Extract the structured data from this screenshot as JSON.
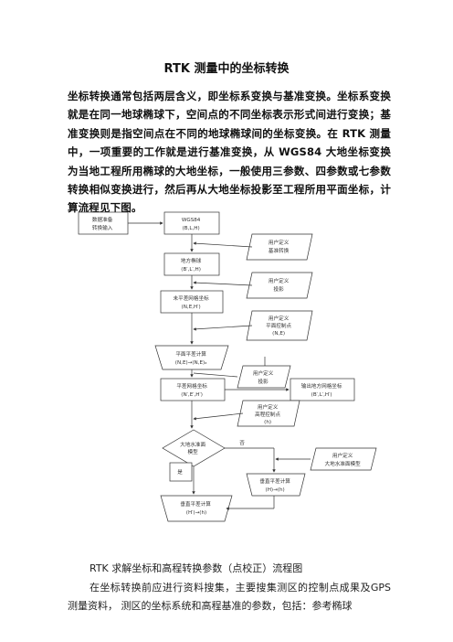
{
  "document": {
    "title": "RTK 测量中的坐标转换",
    "intro": "坐标转换通常包括两层含义，即坐标系变换与基准变换。坐标系变换就是在同一地球椭球下，空间点的不同坐标表示形式间进行变换；基准变换则是指空间点在不同的地球椭球间的坐标变换。在 RTK 测量中，一项重要的工作就是进行基准变换，从 WGS84 大地坐标变换为当地工程所用椭球的大地坐标，一般使用三参数、四参数或七参数转换相似变换进行，然后再从大地坐标投影至工程所用平面坐标，计算流程见下图。",
    "caption": "RTK 求解坐标和高程转换参数（点校正）流程图",
    "body2": "在坐标转换前应进行资料搜集，主要搜集测区的控制点成果及GPS 测量资料， 测区的坐标系统和高程基准的参数，包括：参考椭球"
  },
  "flowchart": {
    "input": [
      "数据准备",
      "转换输入"
    ],
    "wgs84": [
      "WGS84",
      "(B,L,H)"
    ],
    "user_datum": [
      "用户定义",
      "基准转换"
    ],
    "local_geo": [
      "地方椭球",
      "(B′,L′,H)"
    ],
    "user_proj": [
      "用户定义",
      "投影"
    ],
    "unrect": [
      "未平差网格坐标",
      "(N,E,H′)"
    ],
    "user_plane": [
      "用户定义",
      "平面控制点",
      "(N,E)"
    ],
    "plane_calc": [
      "平面平差计算",
      "(N,E)→(N,E)ₐ"
    ],
    "user_proj2": [
      "用户定义",
      "投影"
    ],
    "grid_coord": [
      "平差网格坐标",
      "(N′,E′,H′)"
    ],
    "out_local": [
      "输出地方网格坐标",
      "(B′,L′,H′)"
    ],
    "user_height": [
      "用户定义",
      "高程控制点",
      "(h)"
    ],
    "decision": [
      "大地水准面",
      "模型"
    ],
    "yes_label": "是",
    "no_label": "否",
    "user_geoid": [
      "用户定义",
      "大地水准面模型"
    ],
    "height_calc": [
      "垂直平差计算",
      "(H)→(h)"
    ],
    "final": [
      "垂直平差计算",
      "(H′)→(h)"
    ]
  }
}
